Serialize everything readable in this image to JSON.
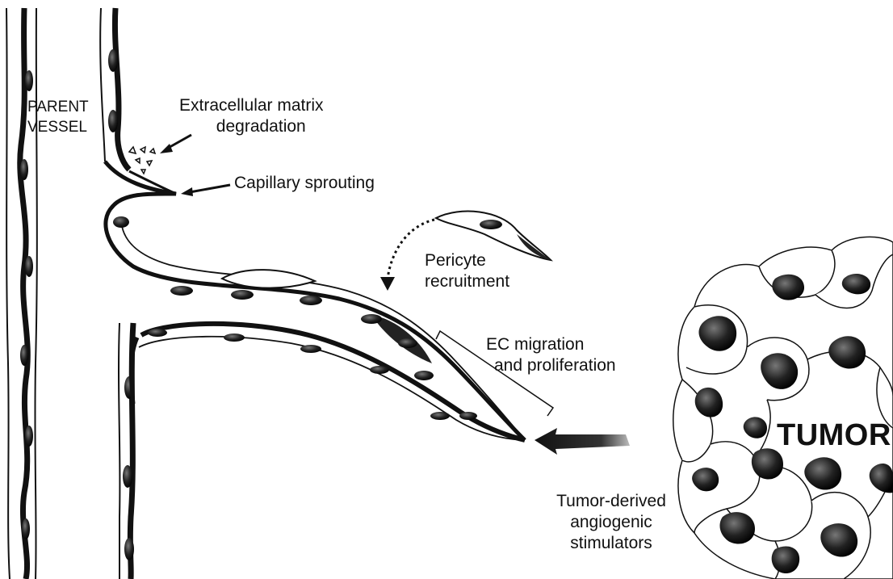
{
  "labels": {
    "parent_vessel": [
      "PARENT",
      "VESSEL"
    ],
    "ecm_degradation": [
      "Extracellular matrix",
      "degradation"
    ],
    "capillary_sprouting": "Capillary sprouting",
    "pericyte_recruitment": [
      "Pericyte",
      "recruitment"
    ],
    "ec_migration": [
      "EC migration",
      "and proliferation"
    ],
    "tumor": "TUMOR",
    "stimulators": [
      "Tumor-derived",
      "angiogenic",
      "stimulators"
    ]
  },
  "colors": {
    "ink": "#111111",
    "cell_fill": "#ffffff",
    "nucleus": "#1a1a1a"
  }
}
